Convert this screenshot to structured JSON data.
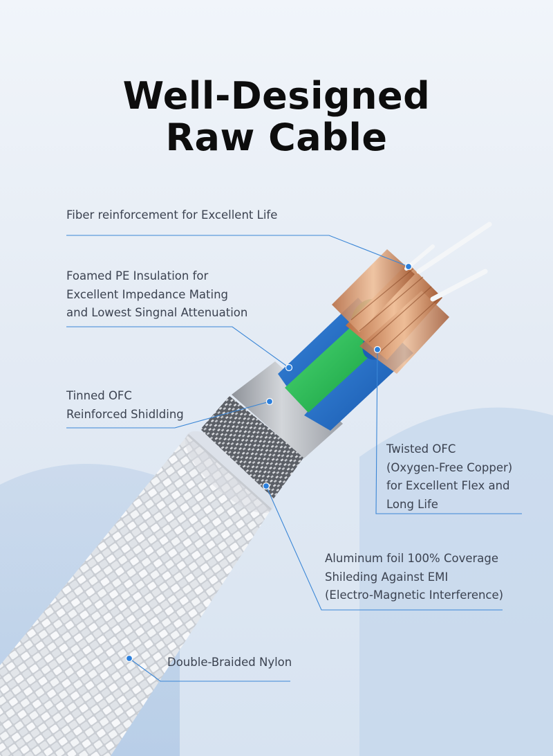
{
  "title": {
    "line1": "Well-Designed",
    "line2": "Raw Cable"
  },
  "callouts": {
    "fiber": {
      "lines": [
        "Fiber reinforcement for Excellent Life"
      ]
    },
    "foamed": {
      "lines": [
        "Foamed PE Insulation for",
        "Excellent Impedance Mating",
        "and Lowest Singnal Attenuation"
      ]
    },
    "tinned": {
      "lines": [
        "Tinned OFC",
        "Reinforced Shidlding"
      ]
    },
    "twisted": {
      "lines": [
        "Twisted OFC",
        "(Oxygen-Free Copper)",
        "for Excellent Flex and",
        "Long Life"
      ]
    },
    "foil": {
      "lines": [
        "Aluminum foil 100% Coverage",
        "Shileding Against EMI",
        "(Electro-Magnetic Interference)"
      ]
    },
    "braid": {
      "lines": [
        "Double-Braided Nylon"
      ]
    }
  },
  "colors": {
    "leader": "#3a86d6",
    "dot": "#2b7fdc",
    "title": "#0d0d0d",
    "label": "#3b4250"
  }
}
